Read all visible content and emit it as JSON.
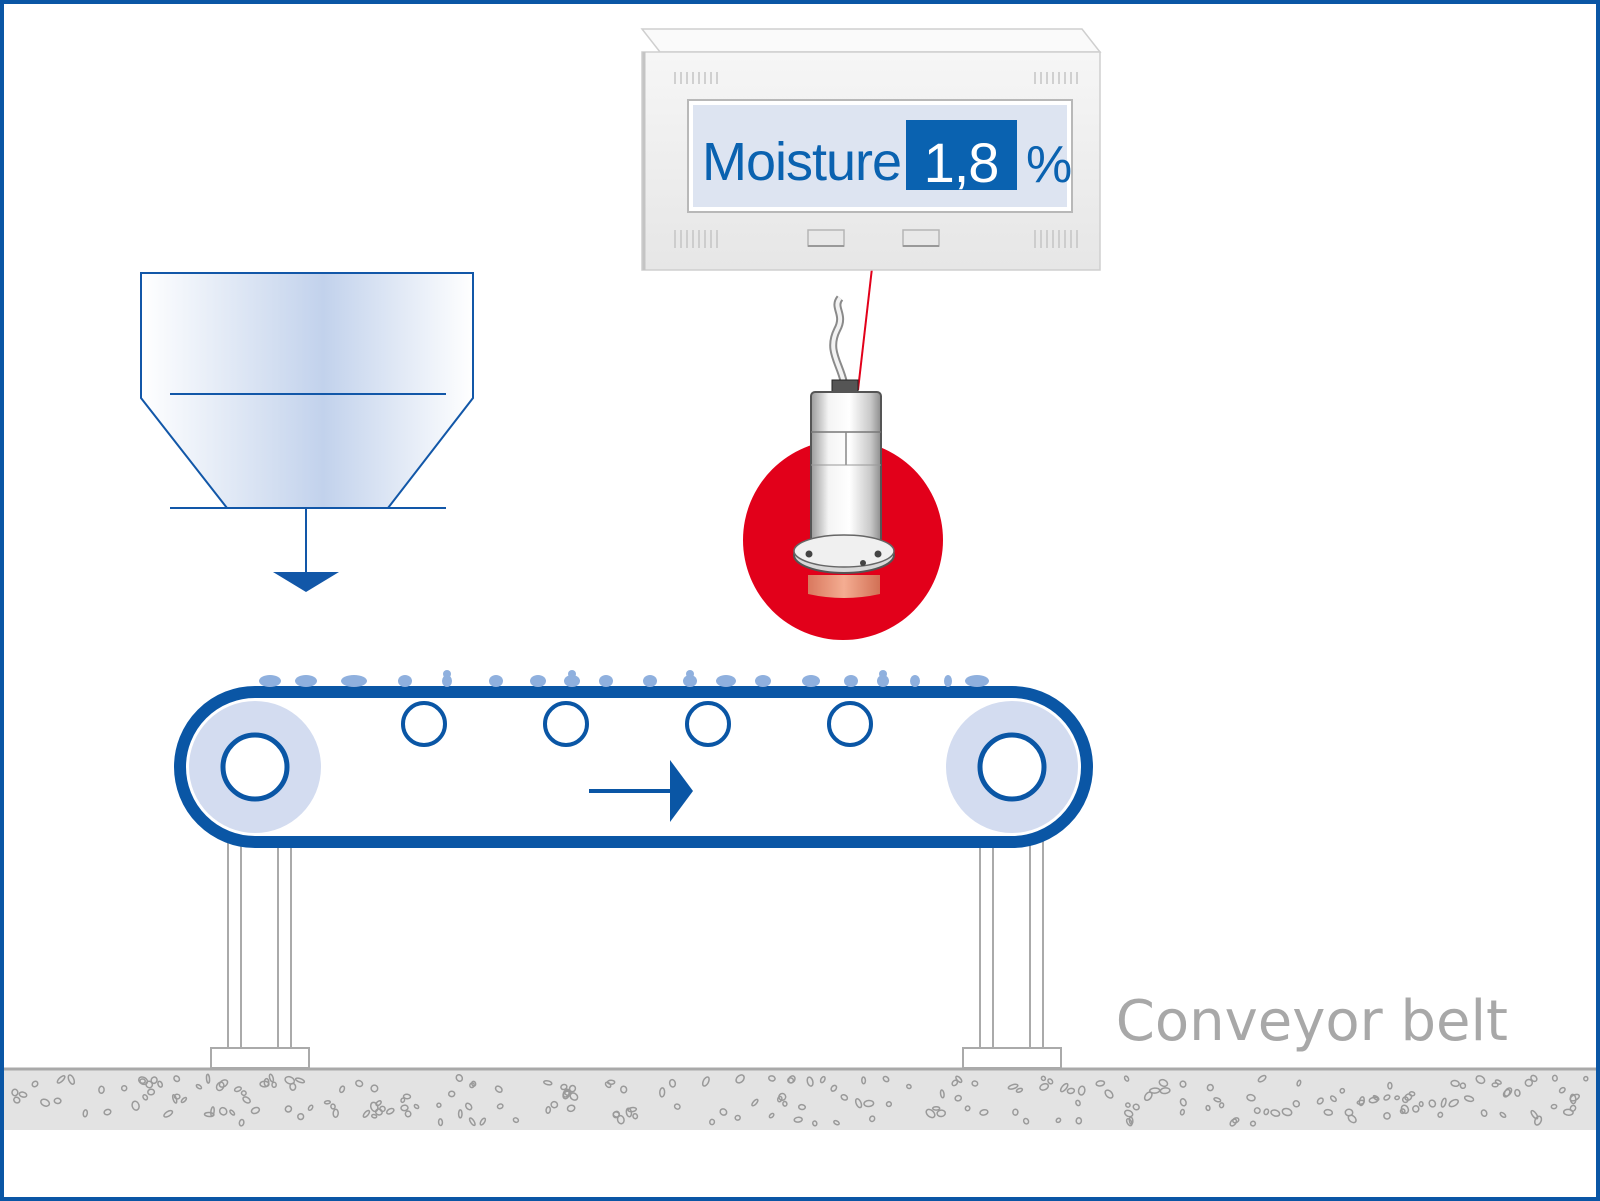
{
  "display": {
    "label": "Moisture",
    "value": "1,8",
    "unit": "%"
  },
  "caption": "Conveyor belt",
  "colors": {
    "frame": "#0a56a5",
    "belt": "#0a56a5",
    "sensor_halo": "#e2001a",
    "laser": "#e2001a",
    "display_bg": "#dde4f1",
    "value_bg": "#0a62b0",
    "caption": "#a8a8a8",
    "ground": "#e2e2e2"
  },
  "icons": {
    "hopper": "hopper-icon",
    "sensor": "moisture-sensor-icon",
    "direction": "arrow-right-icon",
    "drop": "arrow-down-icon"
  }
}
